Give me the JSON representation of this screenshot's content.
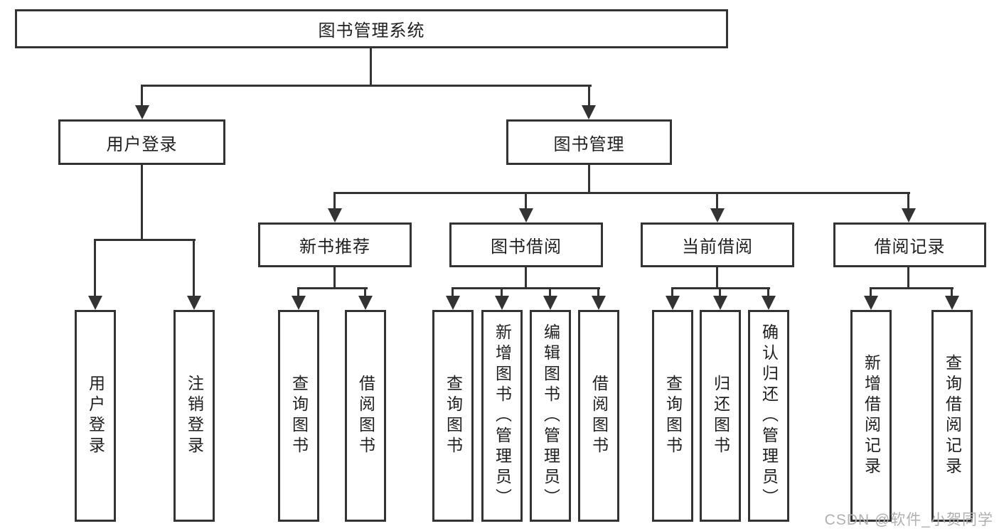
{
  "diagram": {
    "root": {
      "label": "图书管理系统"
    },
    "level2": [
      {
        "label": "用户登录"
      },
      {
        "label": "图书管理"
      }
    ],
    "level3": [
      {
        "label": "新书推荐"
      },
      {
        "label": "图书借阅"
      },
      {
        "label": "当前借阅"
      },
      {
        "label": "借阅记录"
      }
    ],
    "leaves": [
      {
        "label": "用户登录"
      },
      {
        "label": "注销登录"
      },
      {
        "label": "查询图书"
      },
      {
        "label": "借阅图书"
      },
      {
        "label": "查询图书"
      },
      {
        "label": "新增图书（管理员）"
      },
      {
        "label": "编辑图书（管理员）"
      },
      {
        "label": "借阅图书"
      },
      {
        "label": "查询图书"
      },
      {
        "label": "归还图书"
      },
      {
        "label": "确认归还（管理员）"
      },
      {
        "label": "新增借阅记录"
      },
      {
        "label": "查询借阅记录"
      }
    ]
  },
  "watermark": {
    "text": "CSDN @软件_小贺同学"
  },
  "colors": {
    "line": "#333333",
    "text": "#1f1f1f",
    "watermark": "#b0b0b0",
    "background": "#ffffff"
  }
}
